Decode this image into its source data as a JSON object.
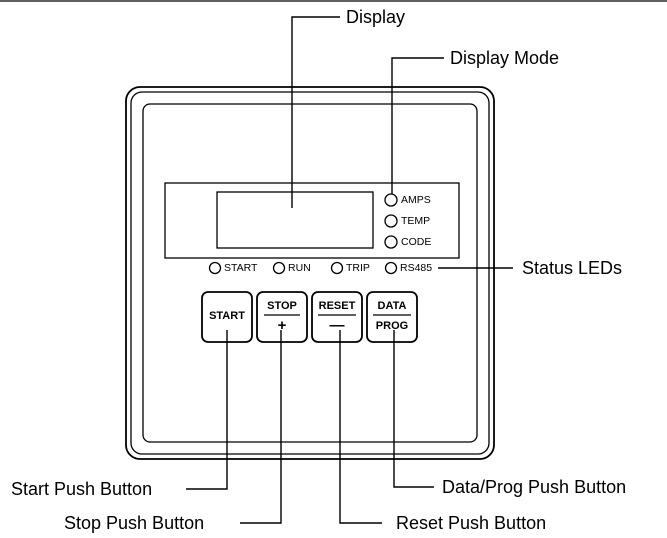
{
  "callouts": {
    "display": "Display",
    "display_mode": "Display Mode",
    "status_leds": "Status LEDs",
    "start_push_button": "Start Push Button",
    "stop_push_button": "Stop Push Button",
    "reset_push_button": "Reset Push Button",
    "data_prog_push_button": "Data/Prog Push Button"
  },
  "mode_leds": [
    "AMPS",
    "TEMP",
    "CODE"
  ],
  "status_leds": [
    "START",
    "RUN",
    "TRIP",
    "RS485"
  ],
  "buttons": {
    "start": {
      "label": "START"
    },
    "stop": {
      "top": "STOP",
      "bottom": "+"
    },
    "reset": {
      "top": "RESET",
      "bottom": "—"
    },
    "data_prog": {
      "top": "DATA",
      "bottom": "PROG"
    }
  }
}
